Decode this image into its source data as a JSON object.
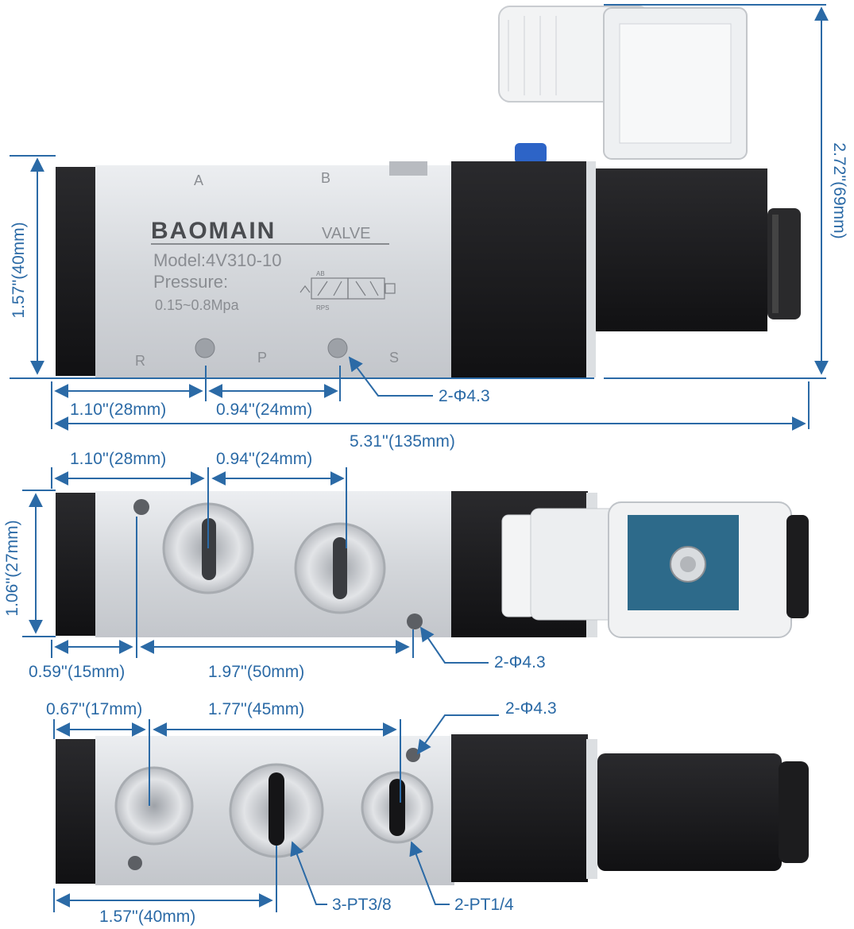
{
  "colors": {
    "dimension": "#2b6aa6",
    "aluminum": "#d6d8dc",
    "black_part": "#1c1c1e"
  },
  "top_view": {
    "brand": "BAOMAIN",
    "brand_suffix": "VALVE",
    "model": "Model:4V310-10",
    "pressure_label": "Pressure:",
    "pressure_range": "0.15~0.8Mpa",
    "port_A": "A",
    "port_B": "B",
    "port_R": "R",
    "port_P": "P",
    "port_S": "S",
    "symbol_top": "AB",
    "symbol_bottom": "RPS",
    "dim_height": "1.57''(40mm)",
    "dim_total_height": "2.72''(69mm)",
    "dim_hole1": "1.10''(28mm)",
    "dim_hole2": "0.94''(24mm)",
    "dim_length": "5.31''(135mm)",
    "hole_label": "2-Φ4.3"
  },
  "middle_view": {
    "dim_hole1": "1.10''(28mm)",
    "dim_hole2": "0.94''(24mm)",
    "dim_height": "1.06''(27mm)",
    "dim_mount1": "0.59''(15mm)",
    "dim_mount2": "1.97''(50mm)",
    "hole_label": "2-Φ4.3"
  },
  "bottom_view": {
    "dim_port1": "0.67''(17mm)",
    "dim_port2": "1.77''(45mm)",
    "hole_label": "2-Φ4.3",
    "dim_port3": "1.57''(40mm)",
    "thread_label1": "3-PT3/8",
    "thread_label2": "2-PT1/4"
  }
}
